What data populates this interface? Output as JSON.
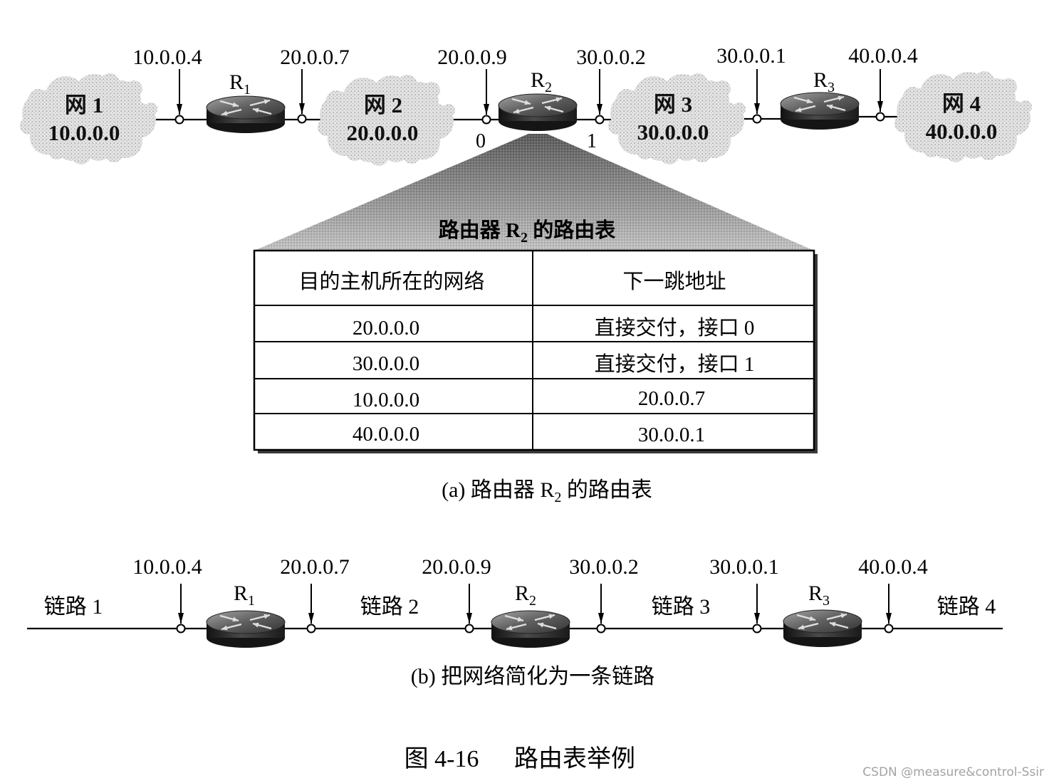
{
  "diagram_a": {
    "networks": [
      {
        "name": "网 1",
        "address": "10.0.0.0"
      },
      {
        "name": "网 2",
        "address": "20.0.0.0"
      },
      {
        "name": "网 3",
        "address": "30.0.0.0"
      },
      {
        "name": "网 4",
        "address": "40.0.0.0"
      }
    ],
    "routers": [
      {
        "label": "R",
        "sub": "1"
      },
      {
        "label": "R",
        "sub": "2"
      },
      {
        "label": "R",
        "sub": "3"
      }
    ],
    "interfaces": [
      "10.0.0.4",
      "20.0.0.7",
      "20.0.0.9",
      "30.0.0.2",
      "30.0.0.1",
      "40.0.0.4"
    ],
    "r2_ports": [
      "0",
      "1"
    ],
    "table": {
      "title": {
        "before": "路由器 R",
        "sub": "2",
        "after": " 的路由表"
      },
      "headers": [
        "目的主机所在的网络",
        "下一跳地址"
      ],
      "rows": [
        [
          "20.0.0.0",
          "直接交付，接口 0"
        ],
        [
          "30.0.0.0",
          "直接交付，接口 1"
        ],
        [
          "10.0.0.0",
          "20.0.0.7"
        ],
        [
          "40.0.0.0",
          "30.0.0.1"
        ]
      ]
    },
    "caption": {
      "before": "(a) 路由器 R",
      "sub": "2",
      "after": " 的路由表"
    }
  },
  "diagram_b": {
    "links": [
      "链路 1",
      "链路 2",
      "链路 3",
      "链路 4"
    ],
    "routers": [
      {
        "label": "R",
        "sub": "1"
      },
      {
        "label": "R",
        "sub": "2"
      },
      {
        "label": "R",
        "sub": "3"
      }
    ],
    "interfaces": [
      "10.0.0.4",
      "20.0.0.7",
      "20.0.0.9",
      "30.0.0.2",
      "30.0.0.1",
      "40.0.0.4"
    ],
    "caption": "(b) 把网络简化为一条链路"
  },
  "figure": {
    "number": "图 4-16",
    "title": "路由表举例"
  },
  "watermark": "CSDN @measure&control-Ssir"
}
